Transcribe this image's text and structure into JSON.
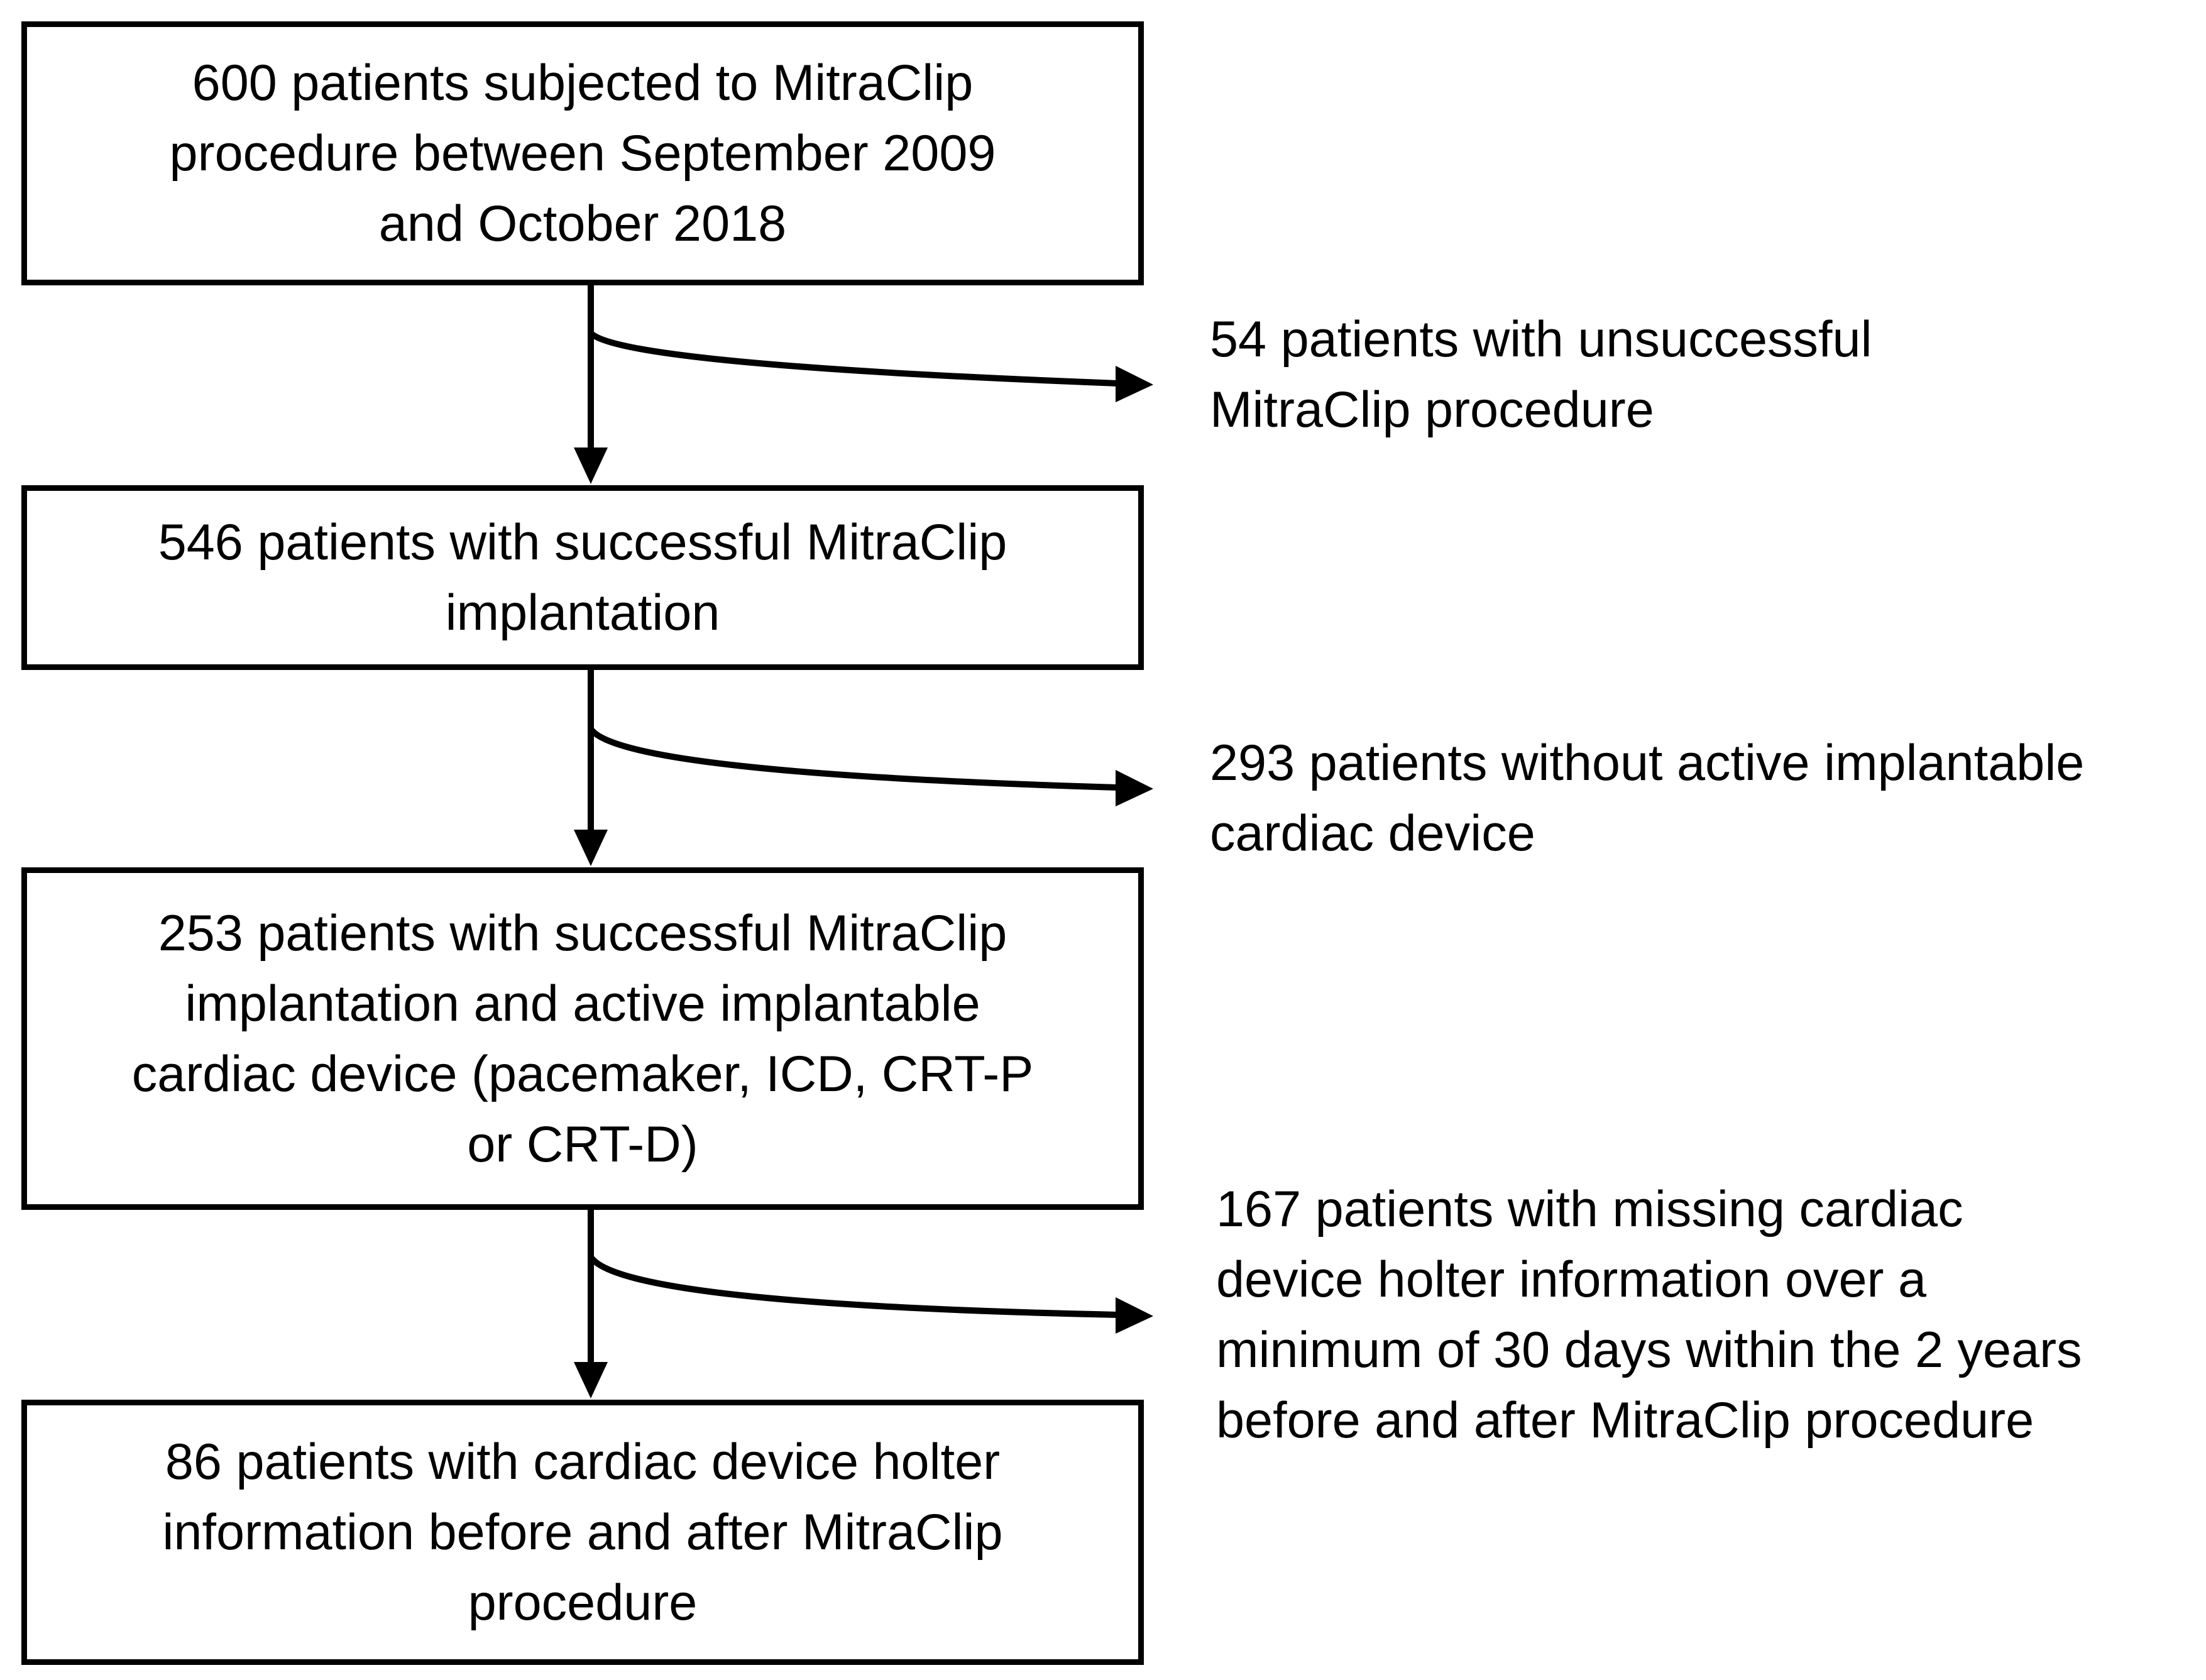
{
  "boxes": [
    {
      "lines": [
        "600 patients subjected to MitraClip",
        "procedure between September 2009",
        "and October 2018"
      ]
    },
    {
      "lines": [
        "546 patients with successful MitraClip",
        "implantation"
      ]
    },
    {
      "lines": [
        "253 patients with successful MitraClip",
        "implantation and active implantable",
        "cardiac device (pacemaker, ICD, CRT-P",
        "or CRT-D)"
      ]
    },
    {
      "lines": [
        "86 patients with cardiac device holter",
        "information before and after MitraClip",
        "procedure"
      ]
    }
  ],
  "exclusions": [
    {
      "lines": [
        "54 patients with unsuccessful",
        "MitraClip procedure"
      ]
    },
    {
      "lines": [
        "293 patients without active implantable",
        "cardiac device"
      ]
    },
    {
      "lines": [
        "167 patients with missing cardiac",
        "device holter information over a",
        "minimum of 30 days within the 2 years",
        "before and after MitraClip procedure"
      ]
    }
  ]
}
